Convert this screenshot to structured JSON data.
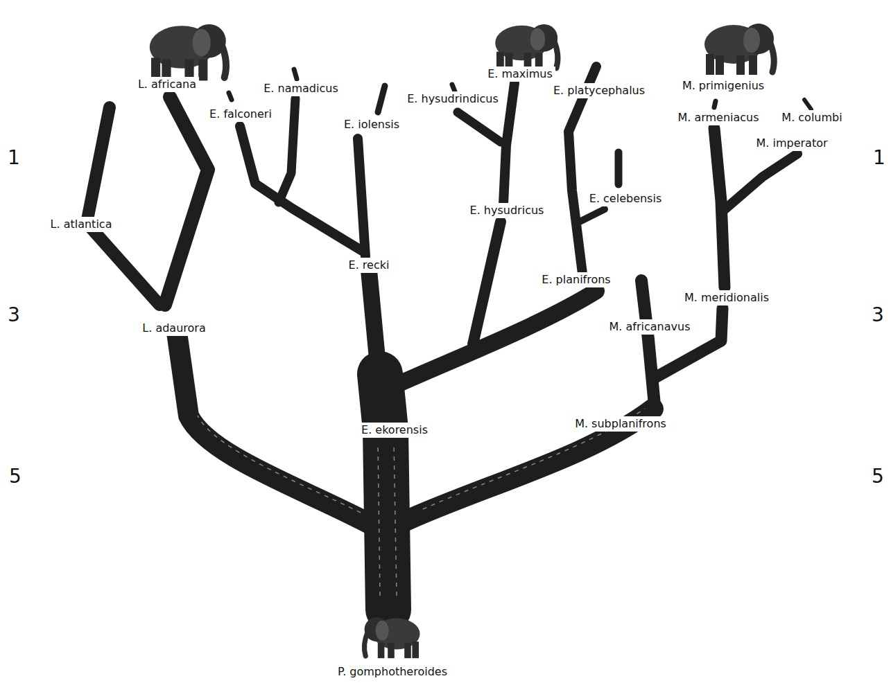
{
  "diagram": {
    "labels": [
      "L. africana",
      "E. maximus",
      "M. primigenius",
      "E. namadicus",
      "E. platycephalus",
      "E. hysudrindicus",
      "E. falconeri",
      "M. armeniacus",
      "M. columbi",
      "E. iolensis",
      "M. imperator",
      "1",
      "1",
      "E. celebensis",
      "E. hysudricus",
      "L. atlantica",
      "E. recki",
      "E. planifrons",
      "M. meridionalis",
      "3",
      "3",
      "L. adaurora",
      "M. africanavus",
      "M. subplanifrons",
      "E. ekorensis",
      "5",
      "5",
      "P. gomphotheroides"
    ]
  }
}
